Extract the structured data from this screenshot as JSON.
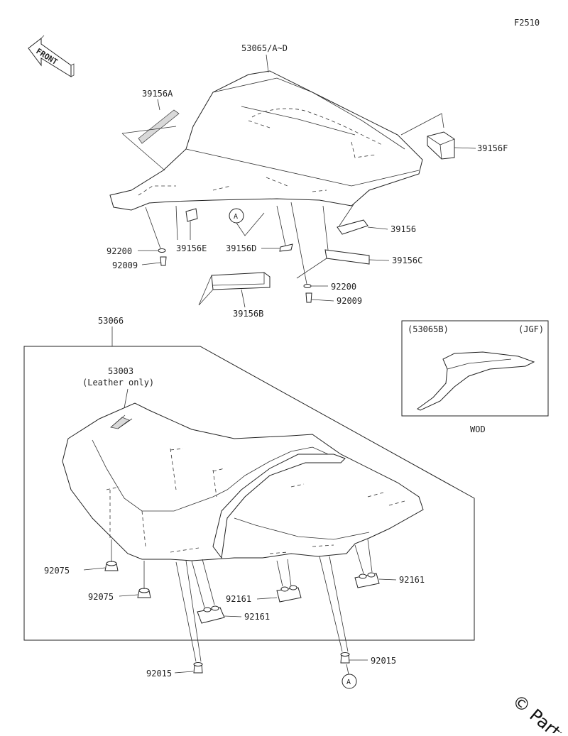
{
  "figure_code": "F2510",
  "front_label": "FRONT",
  "callout_letter": "A",
  "labels": {
    "p53065": "53065/A~D",
    "p39156A": "39156A",
    "p39156F": "39156F",
    "p39156": "39156",
    "p39156C": "39156C",
    "p39156B": "39156B",
    "p39156D": "39156D",
    "p39156E": "39156E",
    "p92200a": "92200",
    "p92009a": "92009",
    "p92200b": "92200",
    "p92009b": "92009",
    "p53066": "53066",
    "p53003": "53003",
    "leather_note": "(Leather only)",
    "p92075a": "92075",
    "p92075b": "92075",
    "p92161a": "92161",
    "p92161b": "92161",
    "p92161c": "92161",
    "p92015a": "92015",
    "p92015b": "92015"
  },
  "inset": {
    "part": "(53065B)",
    "code": "(JGF)",
    "caption": "WOD"
  },
  "copyright": "© Partz"
}
